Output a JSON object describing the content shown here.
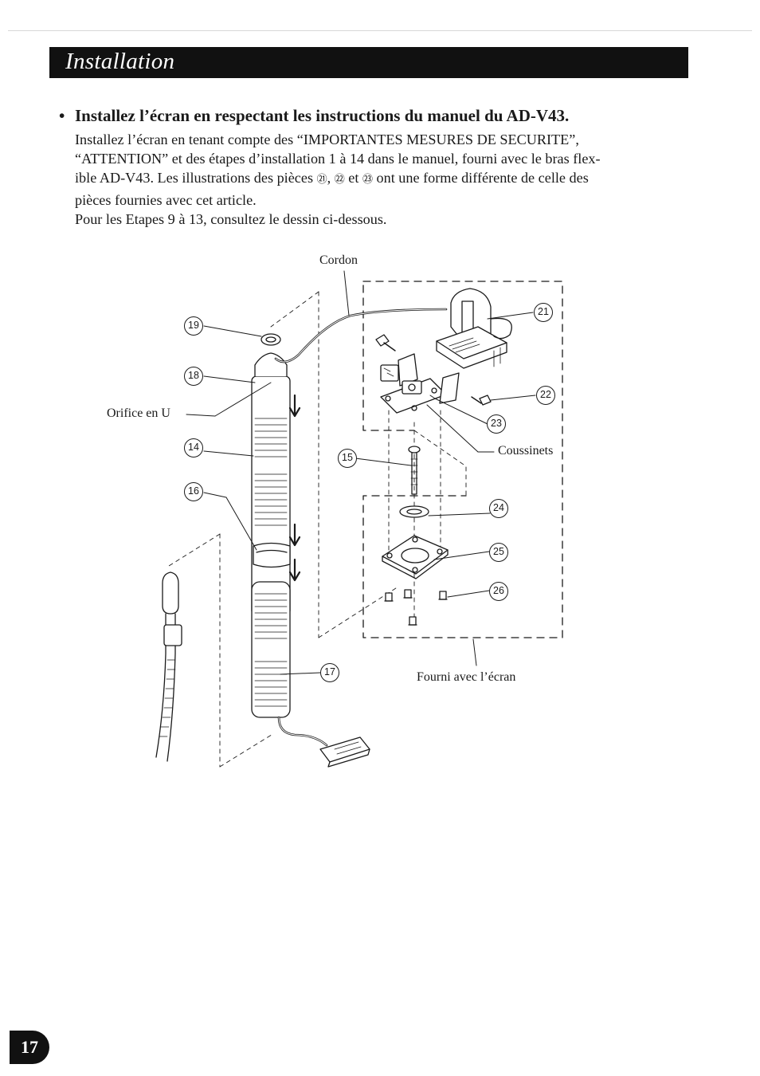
{
  "header": {
    "title": "Installation"
  },
  "heading": {
    "bullet": "•",
    "text": "Installez l’écran en respectant les instructions du manuel du AD-V43."
  },
  "body": {
    "l1": "Installez l’écran en tenant compte des “IMPORTANTES MESURES DE SECURITE”,",
    "l2": "“ATTENTION” et des étapes d’installation 1 à 14 dans le manuel, fourni avec le bras flex-",
    "l3a": "ible AD-V43. Les illustrations des pièces ",
    "p21": "㉑",
    "sep1": ", ",
    "p22": "㉒",
    "sep2": " et ",
    "p23": "㉓",
    "l3b": " ont une forme différente de celle des",
    "l4": "pièces fournies avec cet article.",
    "l5": "Pour les Etapes 9 à 13, consultez le dessin ci-dessous."
  },
  "figure": {
    "cordon": "Cordon",
    "orifice": "Orifice en U",
    "coussinets": "Coussinets",
    "fourni": "Fourni avec l’écran",
    "callouts": {
      "c19": "19",
      "c18": "18",
      "c14": "14",
      "c16": "16",
      "c17": "17",
      "c15": "15",
      "c21": "21",
      "c22": "22",
      "c23": "23",
      "c24": "24",
      "c25": "25",
      "c26": "26"
    }
  },
  "page": {
    "number": "17"
  }
}
